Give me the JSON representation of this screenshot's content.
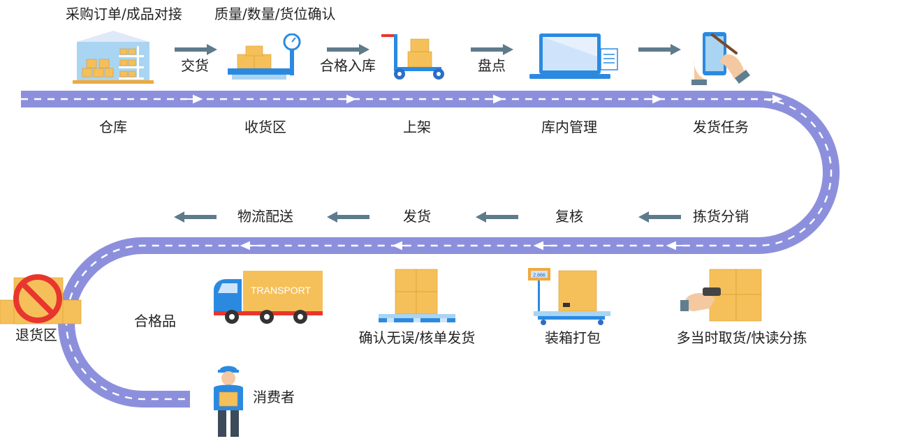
{
  "top_notes": {
    "purchase_order": "采购订单/成品对接",
    "quality_check": "质量/数量/货位确认"
  },
  "stations_row1": {
    "warehouse": "仓库",
    "receiving_area": "收货区",
    "shelving": "上架",
    "inventory_mgmt": "库内管理",
    "dispatch_task": "发货任务"
  },
  "arrows_row1": {
    "handover": "交货",
    "qualified_storage": "合格入库",
    "stock_check": "盘点"
  },
  "arrows_row2": {
    "picking_distribution": "拣货分销",
    "review": "复核",
    "ship": "发货",
    "logistics": "物流配送"
  },
  "stations_row3": {
    "multi_picking": "多当时取货/快读分拣",
    "packing": "装箱打包",
    "confirm_ship": "确认无误/核单发货",
    "return_area": "退货区",
    "qualified_goods": "合格品",
    "consumer": "消费者"
  },
  "truck_text": "TRANSPORT",
  "scale_display": "2,666",
  "colors": {
    "road": "#8c90dc",
    "arrow": "#5e7b8c",
    "box": "#f5c05a",
    "blue": "#2b8ae0",
    "no_sign": "#e8362e"
  },
  "icons": {
    "warehouse": "warehouse-icon",
    "scale": "scale-icon",
    "cart": "hand-truck-icon",
    "laptop": "laptop-icon",
    "phone": "phone-hand-icon",
    "scanner": "scanner-hand-icon",
    "packing_scale": "packing-scale-icon",
    "pallet": "pallet-icon",
    "truck": "truck-icon",
    "return": "no-return-icon",
    "consumer": "consumer-icon"
  }
}
